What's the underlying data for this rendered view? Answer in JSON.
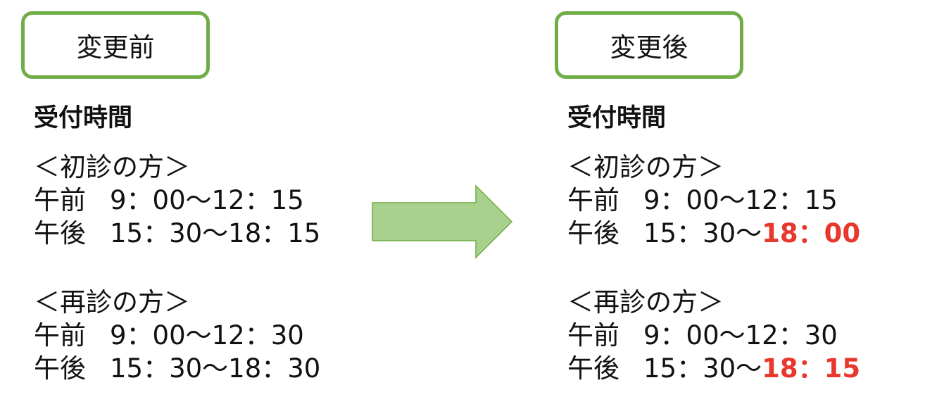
{
  "before": {
    "label": "変更前",
    "heading": "受付時間",
    "first_visit": {
      "title": "＜初診の方＞",
      "am_label": "午前",
      "am_time": "9：00〜12：15",
      "pm_label": "午後",
      "pm_time": "15：30〜18：15"
    },
    "return_visit": {
      "title": "＜再診の方＞",
      "am_label": "午前",
      "am_time": "9：00〜12：30",
      "pm_label": "午後",
      "pm_time": "15：30〜18：30"
    }
  },
  "after": {
    "label": "変更後",
    "heading": "受付時間",
    "first_visit": {
      "title": "＜初診の方＞",
      "am_label": "午前",
      "am_time": "9：00〜12：15",
      "pm_label": "午後",
      "pm_time_start": "15：30〜",
      "pm_time_end": "18：00"
    },
    "return_visit": {
      "title": "＜再診の方＞",
      "am_label": "午前",
      "am_time": "9：00〜12：30",
      "pm_label": "午後",
      "pm_time_start": "15：30〜",
      "pm_time_end": "18：15"
    }
  },
  "colors": {
    "box_border": "#70ad47",
    "arrow_fill": "#a9d18e",
    "arrow_stroke": "#70ad47",
    "changed_text": "#e8382d"
  },
  "icons": {
    "arrow": "right-arrow-icon"
  }
}
